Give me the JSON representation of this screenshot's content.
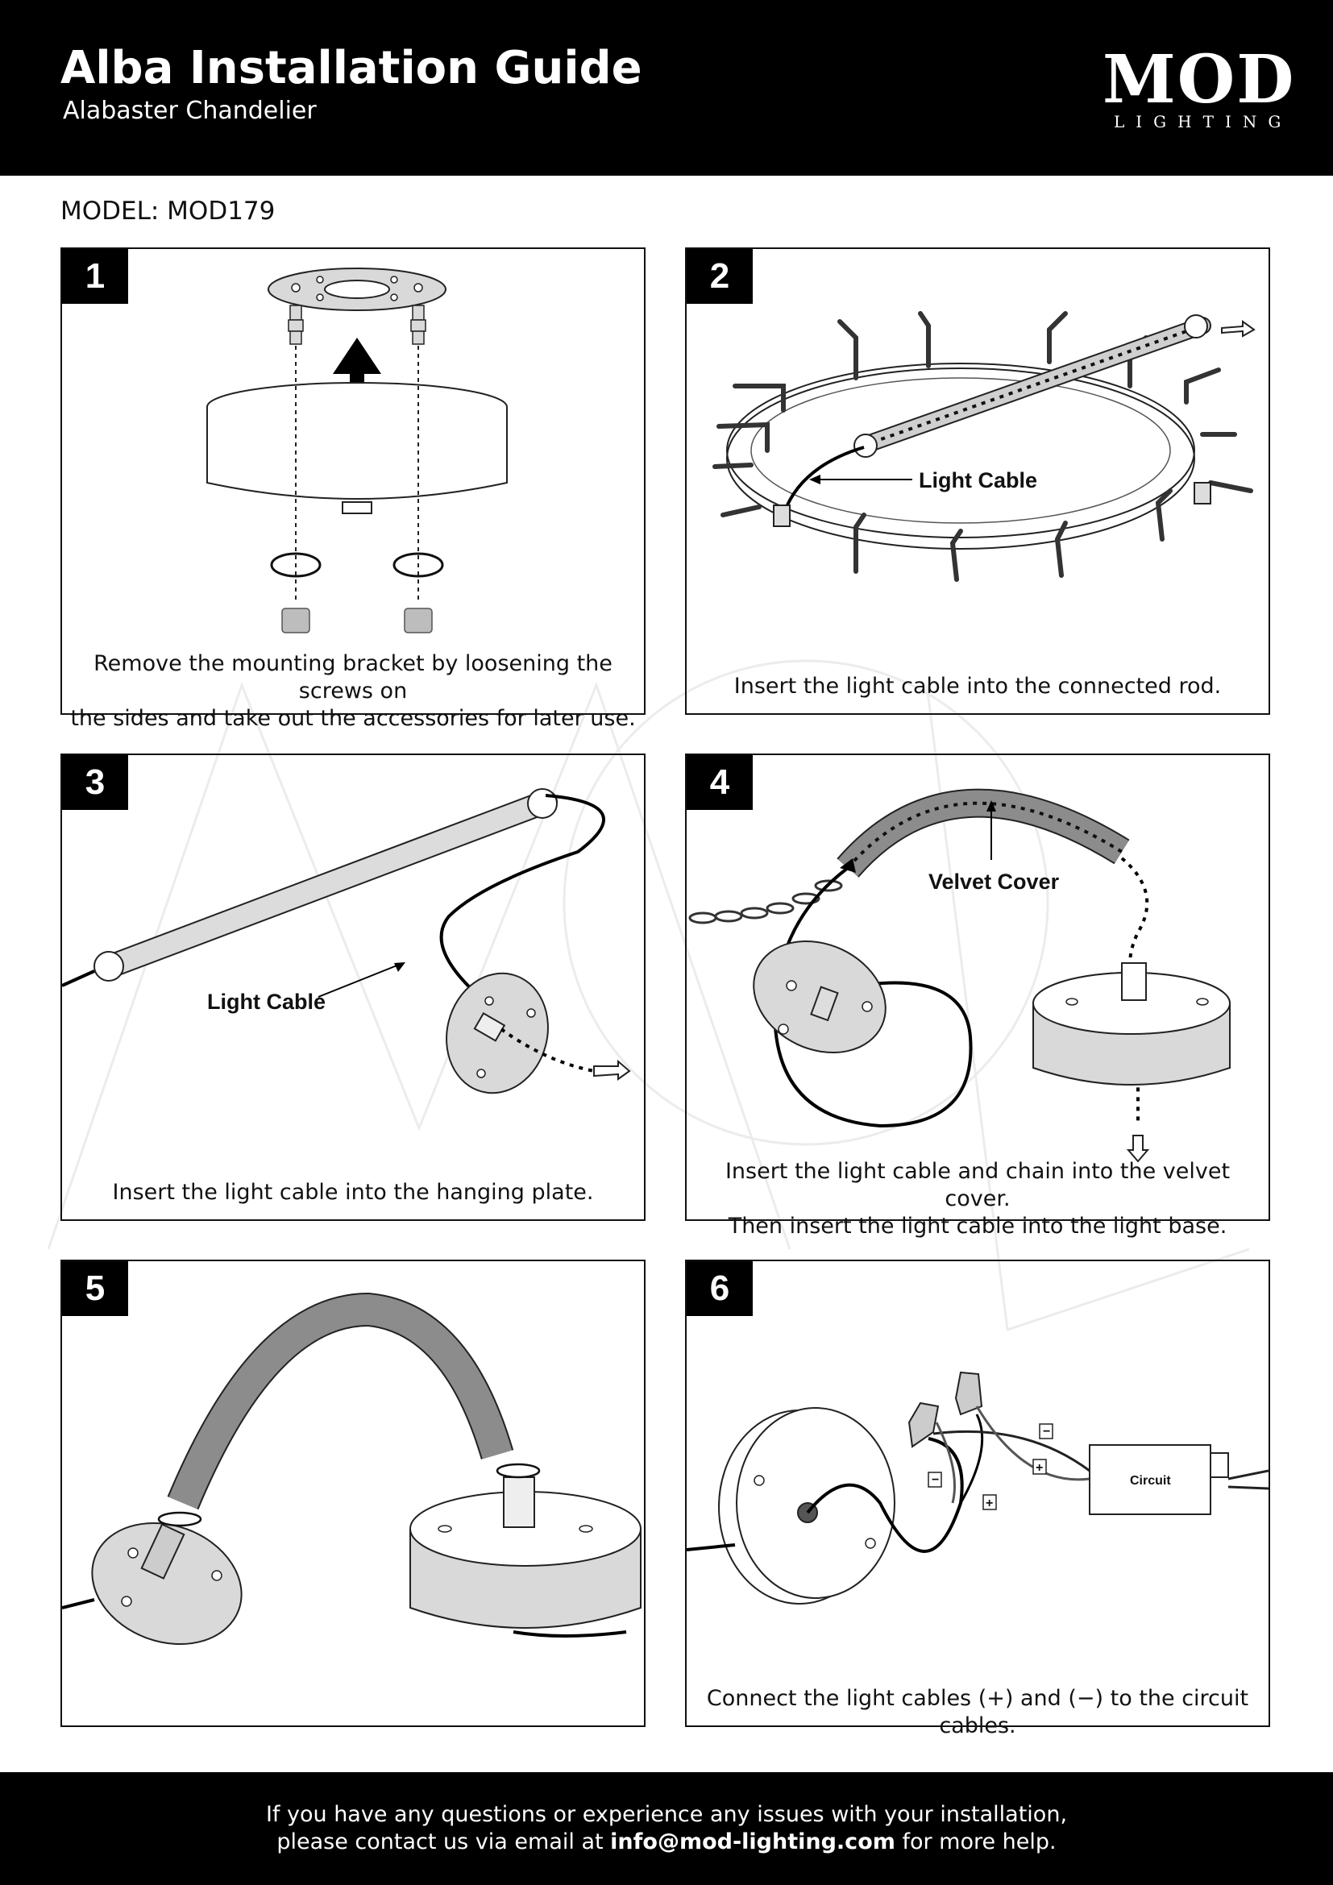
{
  "header": {
    "title": "Alba Installation Guide",
    "subtitle": "Alabaster Chandelier",
    "logo_word": "MOD",
    "logo_sub": "LIGHTING"
  },
  "model": "MODEL: MOD179",
  "steps": [
    {
      "number": "1",
      "caption_lines": [
        "Remove the mounting bracket by loosening the screws on",
        "the sides and take out the accessories for later use."
      ]
    },
    {
      "number": "2",
      "label": "Light Cable",
      "caption_lines": [
        "Insert the light cable into the connected rod."
      ]
    },
    {
      "number": "3",
      "label": "Light Cable",
      "caption_lines": [
        "Insert the light cable into the hanging plate."
      ]
    },
    {
      "number": "4",
      "label": "Velvet Cover",
      "caption_lines": [
        "Insert the light cable and chain into the velvet cover.",
        "Then insert the light cable into the light base."
      ]
    },
    {
      "number": "5",
      "caption_lines": []
    },
    {
      "number": "6",
      "label": "Circuit",
      "minus_sign": "−",
      "plus_sign": "+",
      "caption_lines": [
        "Connect the light cables (+) and (−) to the circuit cables."
      ]
    }
  ],
  "footer": {
    "line1": "If you have any questions or experience any issues with your installation,",
    "line2_prefix": "please contact us via email at ",
    "email": "info@mod-lighting.com",
    "line2_suffix": " for more help."
  },
  "colors": {
    "header_bg": "#000000",
    "illustration_fill": "#d9d9d9",
    "cover_fill": "#8c8c8c"
  }
}
